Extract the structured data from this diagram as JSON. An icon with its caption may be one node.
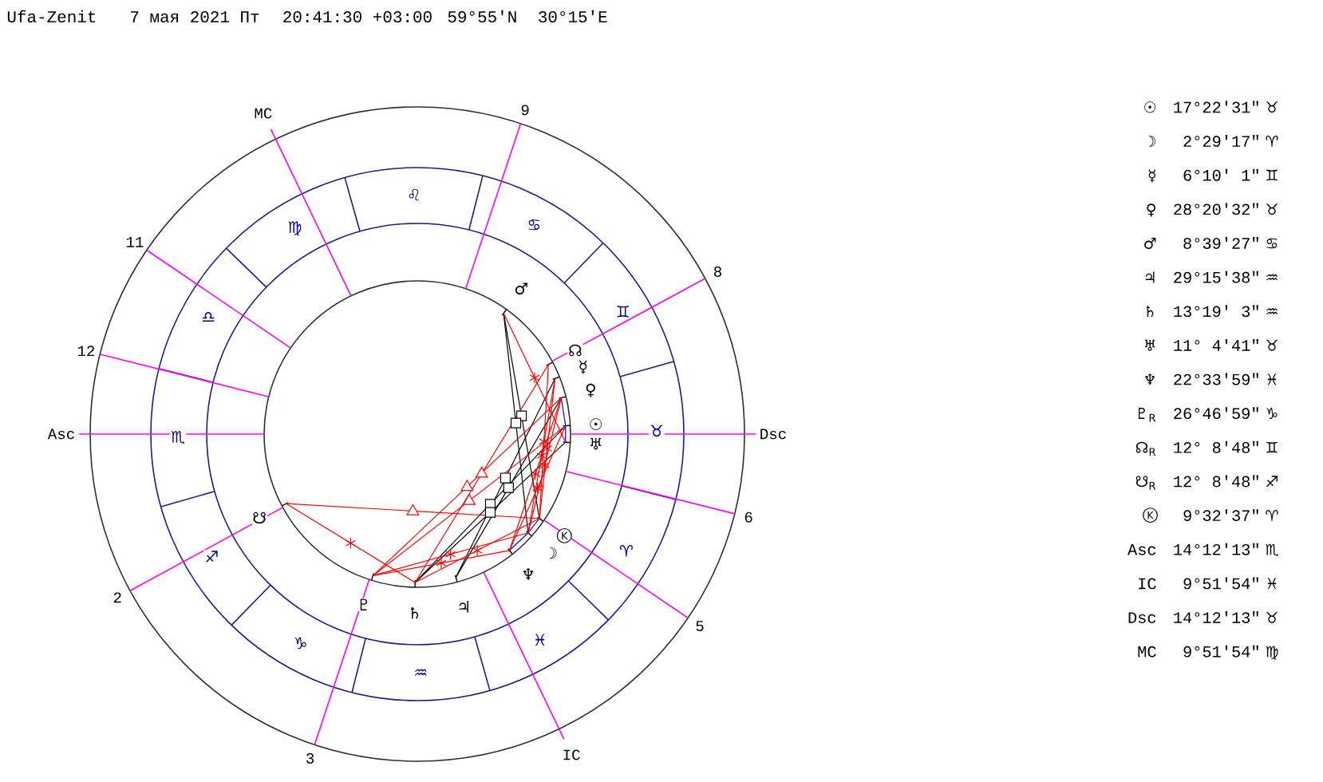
{
  "diagram": {
    "title": "Ufa-Zenit",
    "labels": [
      "7 мая 2021 Пт",
      "20:41:30 +03:00",
      "59°55'N",
      "30°15'E",
      "MC",
      "9",
      "11",
      "8",
      "12",
      "Asc",
      "Dsc",
      "6",
      "2",
      "5",
      "3",
      "IC",
      "♌",
      "♍",
      "♋",
      "♎",
      "♊",
      "♏",
      "♉",
      "♐",
      "♈",
      "♑",
      "♓",
      "♒",
      "♂",
      "☊",
      "☿",
      "♀",
      "☉",
      "♅",
      "☋",
      "K",
      "☽",
      "♆",
      "♇",
      "♄",
      "♃",
      "☉",
      "17°22'31\"",
      "♉",
      "☽",
      "2°29'17\"",
      "♈",
      "☿",
      "6°10' 1\"",
      "♊",
      "♀",
      "28°20'32\"",
      "♉",
      "♂",
      "8°39'27\"",
      "♋",
      "♃",
      "29°15'38\"",
      "♒",
      "♄",
      "13°19' 3\"",
      "♒",
      "♅",
      "11° 4'41\"",
      "♉",
      "♆",
      "22°33'59\"",
      "♓",
      "♇$_{R}$",
      "26°46'59\"",
      "♑",
      "☊$_{R}$",
      "12° 8'48\"",
      "♊",
      "☋$_{R}$",
      "12° 8'48\"",
      "♐",
      "K",
      "9°32'37\"",
      "♈",
      "Asc",
      "14°12'13\"",
      "♏",
      "IC",
      "9°51'54\"",
      "♓",
      "Dsc",
      "14°12'13\"",
      "♉",
      "MC",
      "9°51'54\"",
      "♍"
    ]
  }
}
